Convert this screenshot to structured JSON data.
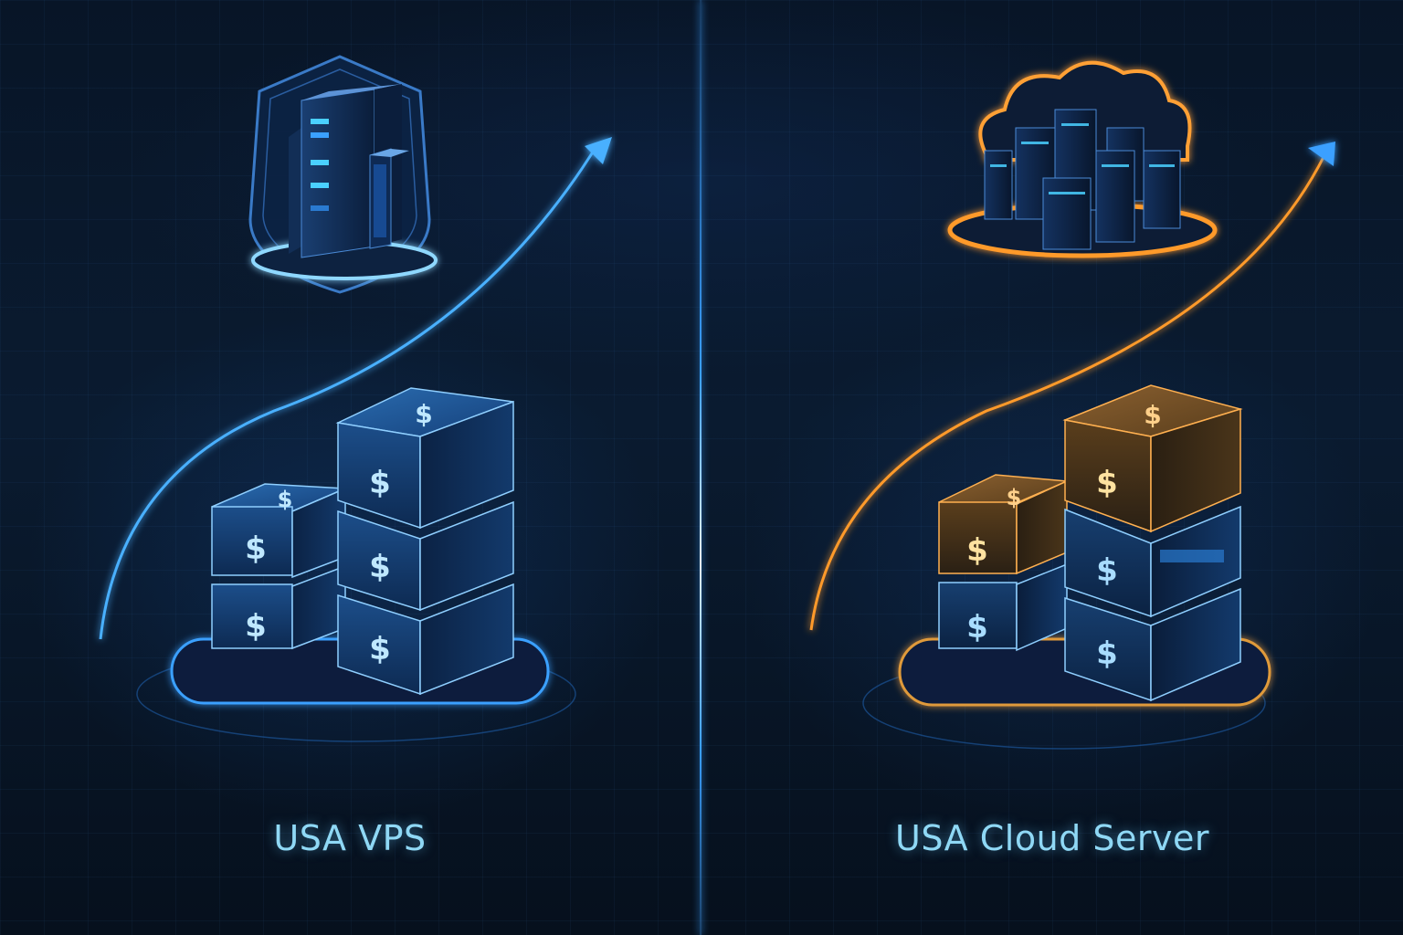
{
  "panels": [
    {
      "id": "vps",
      "label": "USA VPS",
      "accent": "#3aa0ff",
      "top_icon": "shield-server-icon",
      "arrow_color": "#4ab0ff",
      "blocks": [
        "$",
        "$",
        "$",
        "$",
        "$"
      ]
    },
    {
      "id": "cloud",
      "label": "USA Cloud Server",
      "accent": "#ff9a2a",
      "top_icon": "cloud-server-cluster-icon",
      "arrow_color": "#ff9a2a",
      "blocks": [
        "$",
        "$",
        "$",
        "$",
        "$"
      ]
    }
  ],
  "colors": {
    "background": "#07111f",
    "label_text": "#8fd8f5",
    "divider": "#3aa0ff"
  }
}
